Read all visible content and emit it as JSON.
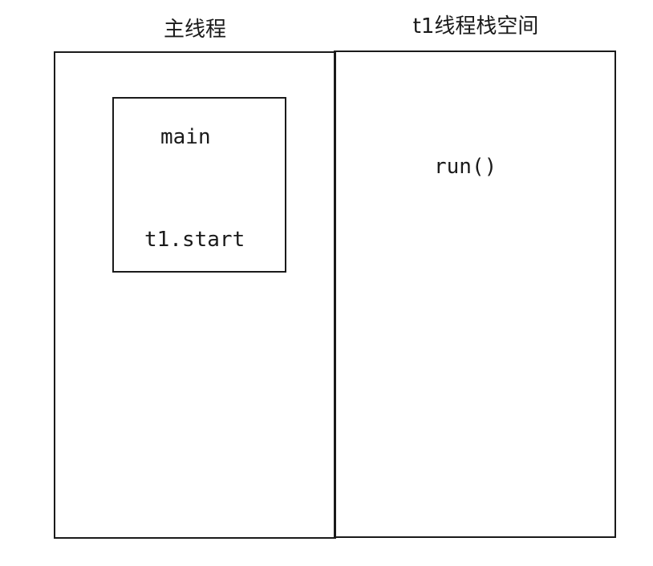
{
  "main_thread": {
    "title": "主线程",
    "frame": {
      "name": "main",
      "call": "t1.start"
    }
  },
  "t1_stack": {
    "title": "t1线程栈空间",
    "frame": {
      "name": "run()"
    }
  }
}
